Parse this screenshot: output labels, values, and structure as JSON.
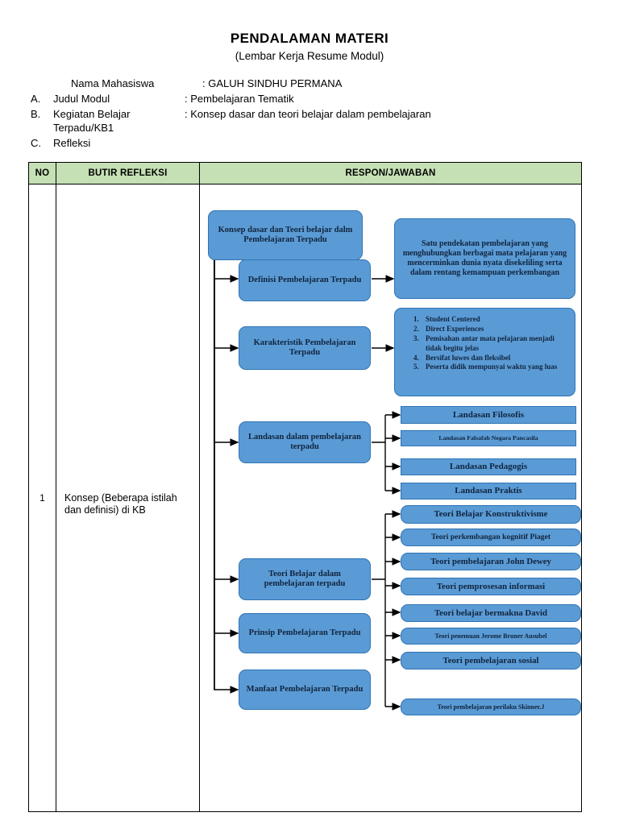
{
  "header": {
    "title": "PENDALAMAN MATERI",
    "subtitle": "(Lembar Kerja Resume Modul)",
    "fields": [
      {
        "key": "",
        "label": "Nama Mahasiswa",
        "value": ": GALUH SINDHU PERMANA"
      },
      {
        "key": "A.",
        "label": "Judul  Modul",
        "value": ": Pembelajaran Tematik"
      },
      {
        "key": "B.",
        "label": "Kegiatan Belajar",
        "sublabel": "Terpadu/KB1",
        "value": ": Konsep dasar dan teori belajar dalam pembelajaran"
      },
      {
        "key": "C.",
        "label": "Refleksi",
        "value": ""
      }
    ]
  },
  "table": {
    "columns": [
      "NO",
      "BUTIR REFLEKSI",
      "RESPON/JAWABAN"
    ],
    "rows": [
      {
        "no": "1",
        "item": "Konsep (Beberapa istilah dan definisi) di KB"
      }
    ]
  },
  "colors": {
    "header_green": "#C5E0B4",
    "node_blue": "#5B9BD5",
    "node_border": "#2E74B5",
    "line": "#000000"
  },
  "chart_data": {
    "type": "diagram",
    "title": "Konsep dasar dan Teori belajar dalm Pembelajaran Terpadu",
    "nodes": [
      {
        "id": "root",
        "label": "Konsep dasar dan Teori belajar dalm Pembelajaran Terpadu"
      },
      {
        "id": "definisi",
        "label": "Definisi Pembelajaran Terpadu"
      },
      {
        "id": "definisi_d",
        "label": "Satu pendekatan pembelajaran yang menghubungkan berbagai mata pelajaran yang mencerminkan dunia nyata disekeliling serta dalam rentang kemampuan perkembangan"
      },
      {
        "id": "karakteristik",
        "label": "Karakteristik Pembelajaran Terpadu"
      },
      {
        "id": "landasan",
        "label": "Landasan dalam pembelajaran terpadu"
      },
      {
        "id": "teori",
        "label": "Teori Belajar dalam pembelajaran terpadu"
      },
      {
        "id": "prinsip",
        "label": "Prinsip Pembelajaran Terpadu"
      },
      {
        "id": "manfaat",
        "label": "Manfaat Pembelajaran Terpadu"
      }
    ],
    "karakteristik_list": [
      "Student Centered",
      "Direct Experiences",
      "Pemisahan antar mata pelajaran menjadi tidak begitu jelas",
      "Bersifat luwes dan fleksibel",
      "Peserta didik mempunyai waktu yang luas"
    ],
    "landasan_items": [
      "Landasan Filosofis",
      "Landasan Falsafah Negara Pancasila",
      "Landasan Pedagogis",
      "Landasan Praktis"
    ],
    "teori_items": [
      "Teori Belajar Konstruktivisme",
      "Teori perkembangan kognitif Piaget",
      "Teori pembelajaran John Dewey",
      "Teori pemprosesan informasi",
      "Teori belajar bermakna David",
      "Teori penemuan Jerome Bruner Ausubel",
      "Teori pembelajaran sosial",
      "Teori pembelajaran perilaku Skinner.J"
    ]
  }
}
